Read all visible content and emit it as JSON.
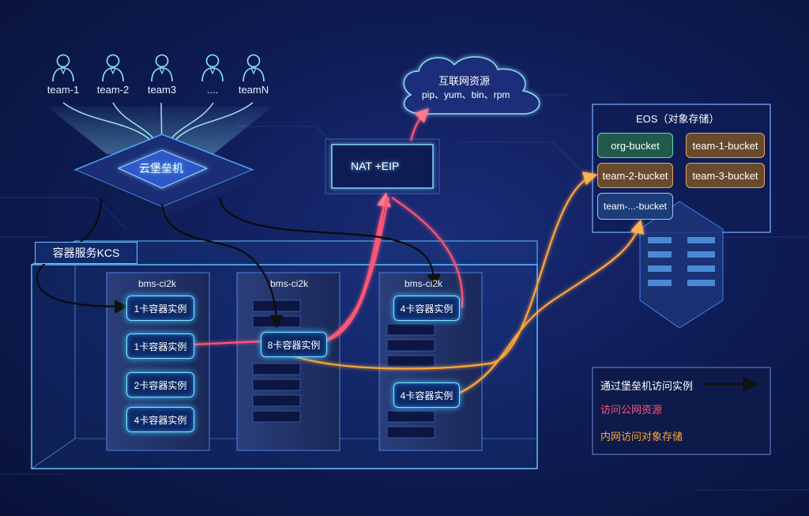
{
  "teams": [
    "team-1",
    "team-2",
    "team3",
    "....",
    "teamN"
  ],
  "bastion": "云堡垒机",
  "nat": "NAT +EIP",
  "internet": {
    "title": "互联网资源",
    "items": "pip、yum、bin、rpm"
  },
  "eos": {
    "title": "EOS（对象存储）",
    "buckets": [
      "org-bucket",
      "team-1-bucket",
      "team-2-bucket",
      "team-3-bucket",
      "team-...-bucket"
    ]
  },
  "kcs": {
    "title": "容器服务KCS",
    "servers": [
      {
        "name": "bms-ci2k",
        "instances": [
          "1卡容器实例",
          "1卡容器实例",
          "2卡容器实例",
          "4卡容器实例"
        ]
      },
      {
        "name": "bms-ci2k",
        "instances": [
          "8卡容器实例"
        ]
      },
      {
        "name": "bms-ci2k",
        "instances": [
          "4卡容器实例",
          "4卡容器实例"
        ]
      }
    ]
  },
  "legend": [
    {
      "label": "通过堡垒机访问实例",
      "color": "#ffffff"
    },
    {
      "label": "访问公网资源",
      "color": "#ff5577"
    },
    {
      "label": "内网访问对象存储",
      "color": "#ffb040"
    }
  ],
  "colors": {
    "accent": "#55d0ff",
    "internet": "#ff4d6d",
    "storage": "#ffa63a",
    "bastion": "#111111"
  }
}
